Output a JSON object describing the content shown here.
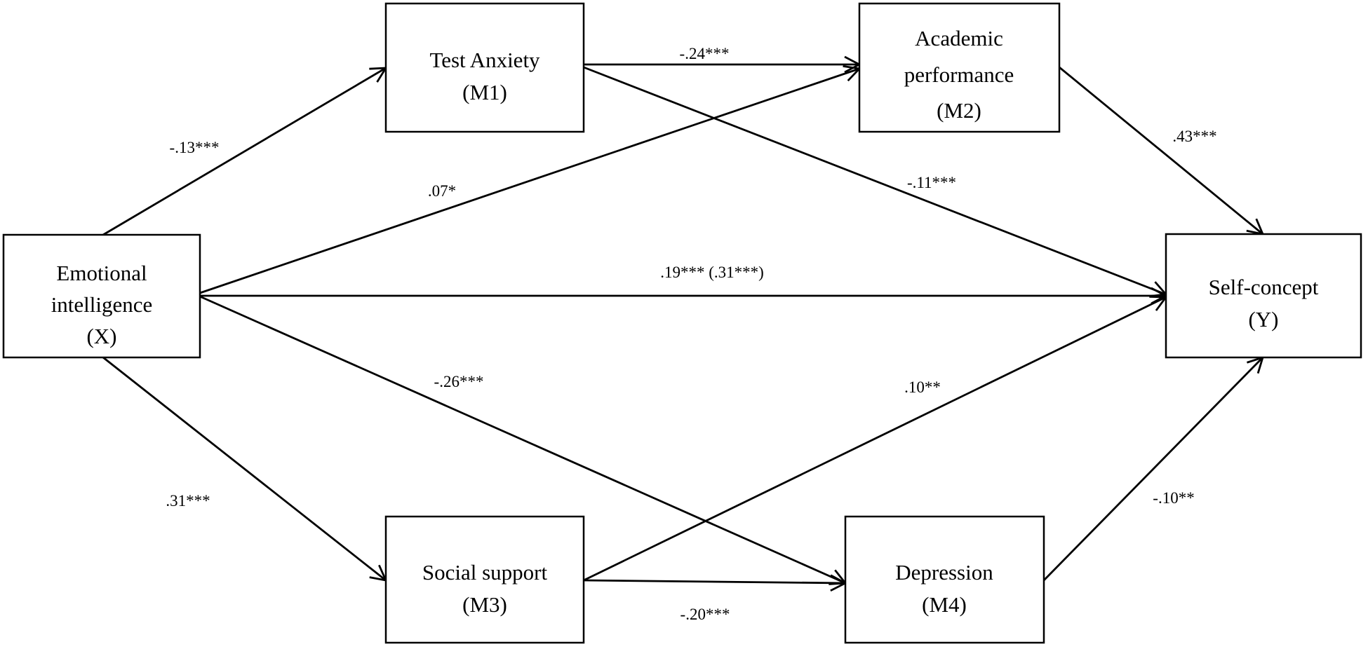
{
  "nodes": {
    "x": {
      "lines": [
        "Emotional",
        "intelligence",
        "(X)"
      ]
    },
    "m1": {
      "lines": [
        "Test Anxiety",
        "(M1)"
      ]
    },
    "m2": {
      "lines": [
        "Academic",
        "performance",
        "(M2)"
      ]
    },
    "m3": {
      "lines": [
        "Social support",
        "(M3)"
      ]
    },
    "m4": {
      "lines": [
        "Depression",
        "(M4)"
      ]
    },
    "y": {
      "lines": [
        "Self-concept",
        "(Y)"
      ]
    }
  },
  "paths": {
    "x_m1": "-.13***",
    "x_m2": ".07*",
    "x_y": ".19*** (.31***)",
    "x_m4": "-.26***",
    "x_m3": ".31***",
    "m1_m2": "-.24***",
    "m1_y": "-.11***",
    "m2_y": ".43***",
    "m3_y": ".10**",
    "m3_m4": "-.20***",
    "m4_y": "-.10**"
  }
}
